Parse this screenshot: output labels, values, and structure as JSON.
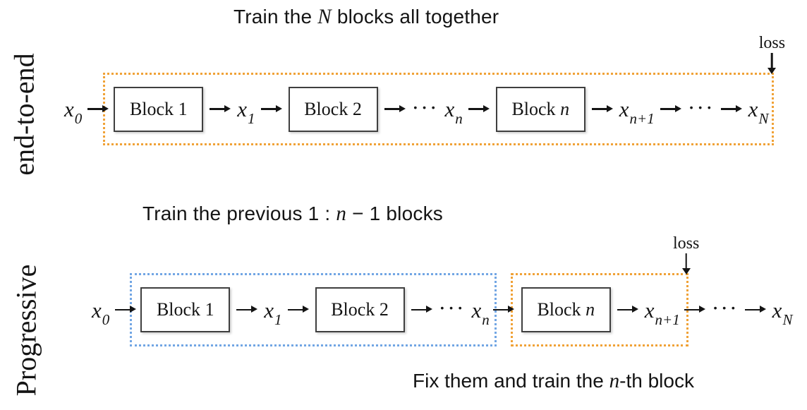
{
  "colors": {
    "orange": "#F0A237",
    "blue": "#72A6E4",
    "box_border": "#3f3f3f",
    "arrow": "#141414"
  },
  "top": {
    "side_label": "end-to-end",
    "title": {
      "pre": "Train the ",
      "math": "N",
      "post": " blocks all together"
    },
    "loss": "loss",
    "x0": {
      "base": "x",
      "sub": "0"
    },
    "block1": {
      "prefix": "Block ",
      "num": "1"
    },
    "x1": {
      "base": "x",
      "sub": "1"
    },
    "block2": {
      "prefix": "Block ",
      "num": "2"
    },
    "dots1": "···",
    "xn": {
      "base": "x",
      "sub": "n"
    },
    "blockn": {
      "prefix": "Block ",
      "num": "n"
    },
    "xn1": {
      "base": "x",
      "sub": "n+1"
    },
    "dots2": "···",
    "xN": {
      "base": "x",
      "sub": "N"
    }
  },
  "bottom": {
    "side_label": "Progressive",
    "title": {
      "pre": "Train the previous 1 : ",
      "math": "n",
      "post": " − 1 blocks"
    },
    "caption": {
      "pre": "Fix them and train the ",
      "math": "n",
      "post": "-th block"
    },
    "loss": "loss",
    "x0": {
      "base": "x",
      "sub": "0"
    },
    "block1": {
      "prefix": "Block ",
      "num": "1"
    },
    "x1": {
      "base": "x",
      "sub": "1"
    },
    "block2": {
      "prefix": "Block ",
      "num": "2"
    },
    "dots1": "···",
    "xn": {
      "base": "x",
      "sub": "n"
    },
    "blockn": {
      "prefix": "Block ",
      "num": "n"
    },
    "xn1": {
      "base": "x",
      "sub": "n+1"
    },
    "dots2": "···",
    "xN": {
      "base": "x",
      "sub": "N"
    }
  }
}
